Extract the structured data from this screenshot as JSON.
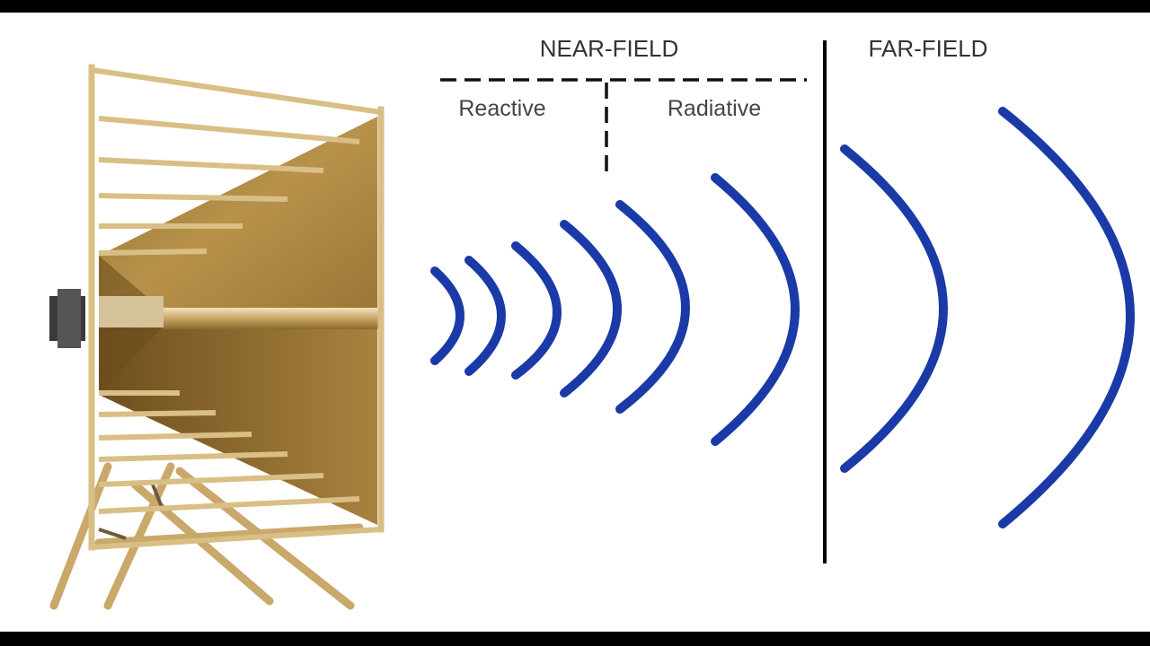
{
  "labels": {
    "near_field": "NEAR-FIELD",
    "far_field": "FAR-FIELD",
    "reactive": "Reactive",
    "radiative": "Radiative"
  },
  "colors": {
    "wave": "#1a3aa8",
    "divider": "#000000",
    "background": "#ffffff",
    "letterbox": "#000000",
    "horn_gold": "#b8924a",
    "horn_dark": "#7a5a24",
    "frame_wood": "#d9bf86"
  },
  "icons": {
    "antenna": "horn-antenna-icon",
    "wave": "wavefront-arc-icon"
  },
  "wavefronts": {
    "near_reactive_count": 3,
    "near_radiative_count": 3,
    "far_count": 2
  }
}
